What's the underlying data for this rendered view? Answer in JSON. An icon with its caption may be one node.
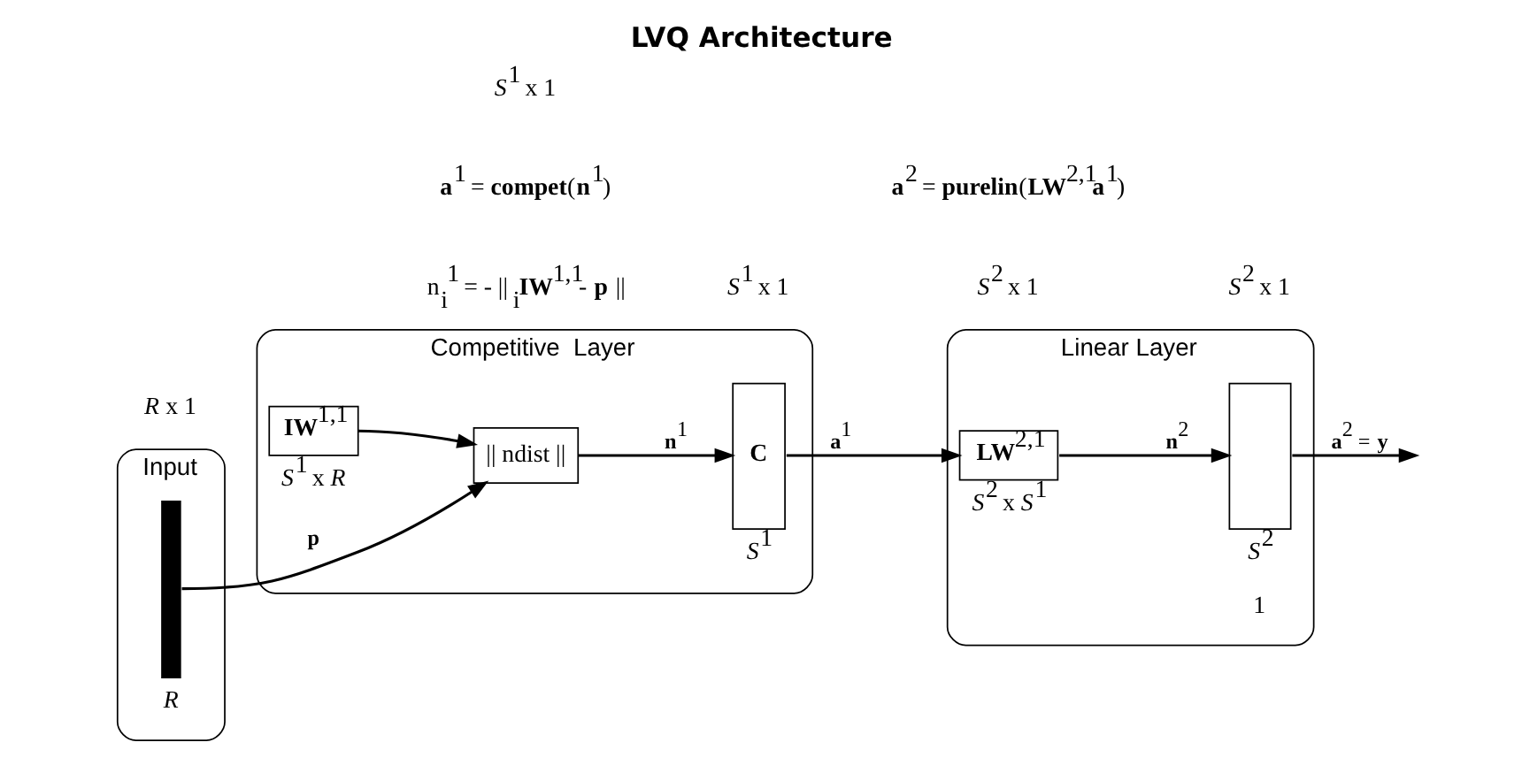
{
  "diagram": {
    "title": "LVQ Architecture",
    "nodes": [
      {
        "text": [
          "Input"
        ]
      },
      {
        "text": [],
        "shape": "bar",
        "in": 0,
        "beside": [
          "*R*"
        ]
      },
      {
        "text": [
          "Competitive  Layer"
        ]
      },
      {
        "text": [
          "**IW**$^{1,1}$"
        ],
        "in": 2,
        "beside": [
          "*S*$^{1}$ x *R*"
        ]
      },
      {
        "text": [
          "|| ndist ||"
        ],
        "in": 2
      },
      {
        "text": [
          "**C**"
        ],
        "in": 2,
        "beside": [
          "*S*$^{1}$"
        ]
      },
      {
        "text": [
          "Linear Layer"
        ]
      },
      {
        "text": [
          "**LW**$^{2,1}$"
        ],
        "in": 6,
        "beside": [
          "*S*$^{2}$ x *S*$^{1}$"
        ]
      },
      {
        "text": [],
        "shape": "box",
        "in": 6,
        "beside": [
          "*S*$^{2}$",
          "1"
        ]
      }
    ],
    "edges": [
      {
        "from": 1,
        "to": 4,
        "arrow": "to",
        "label": "**p**"
      },
      {
        "from": 3,
        "to": 4,
        "arrow": "to"
      },
      {
        "from": 4,
        "to": 5,
        "arrow": "to",
        "label": "**n**$^{1}$"
      },
      {
        "from": 5,
        "to": 7,
        "arrow": "to",
        "label": "**a**$^{1}$"
      },
      {
        "from": 7,
        "to": 8,
        "arrow": "to",
        "label": "**n**$^{2}$"
      },
      {
        "from": 8,
        "to": null,
        "arrow": "to",
        "label": "**a**$^{2}$ = **y**"
      }
    ],
    "labels": [
      "*R* x 1",
      "*S*$^{1}$ x 1",
      "*S*$^{1}$ x 1",
      "*S*$^{2}$ x 1",
      "*S*$^{2}$ x 1",
      "n$_{i}$$^{1}$ = - || $_{i}$**IW**$^{1,1}$- **p** ||",
      "**a**$^{1}$ = **compet**(**n**$^{1}$)",
      "**a**$^{2}$ = **purelin**(**LW**$^{2,1}$**a**$^{1}$)"
    ]
  }
}
